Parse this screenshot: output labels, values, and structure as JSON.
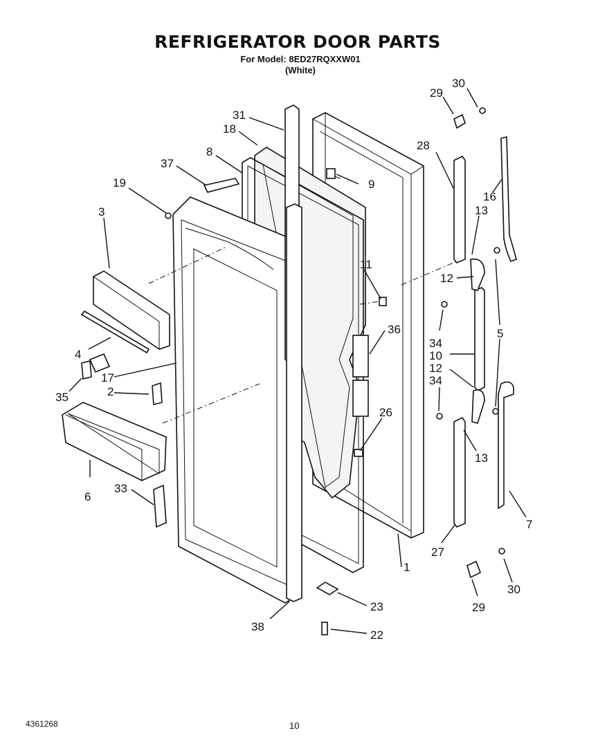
{
  "header": {
    "title": "REFRIGERATOR DOOR PARTS",
    "model_line": "For Model: 8ED27RQXXW01",
    "variant": "(White)"
  },
  "footer": {
    "doc_code": "4361268",
    "page_number": "10"
  },
  "callouts": {
    "c1": "1",
    "c2": "2",
    "c3": "3",
    "c4": "4",
    "c5": "5",
    "c6": "6",
    "c7": "7",
    "c8": "8",
    "c9": "9",
    "c10": "10",
    "c11": "11",
    "c12a": "12",
    "c12b": "12",
    "c13a": "13",
    "c13b": "13",
    "c16": "16",
    "c17": "17",
    "c18": "18",
    "c19": "19",
    "c22": "22",
    "c23": "23",
    "c26": "26",
    "c27": "27",
    "c28": "28",
    "c29a": "29",
    "c29b": "29",
    "c30a": "30",
    "c30b": "30",
    "c31": "31",
    "c33": "33",
    "c34a": "34",
    "c34b": "34",
    "c35": "35",
    "c36": "36",
    "c37": "37",
    "c38": "38"
  }
}
